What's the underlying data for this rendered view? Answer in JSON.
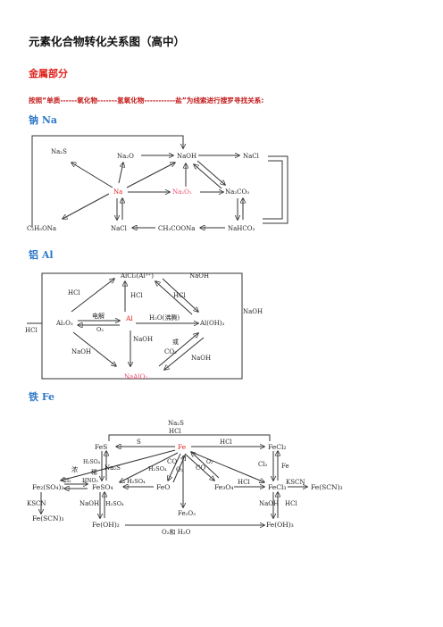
{
  "doc": {
    "title": "元素化合物转化关系图（高中）",
    "section_metal": "金属部分",
    "instruction": "按照“单质------氧化物-------氢氧化物-----------盐”为线索进行搜罗寻找关系:",
    "na_heading": "钠 Na",
    "al_heading": "铝 Al",
    "fe_heading": "铁 Fe"
  },
  "na": {
    "na2s": "Na₂S",
    "na2o": "Na₂O",
    "naoh": "NaOH",
    "nacl_top": "NaCl",
    "na": "Na",
    "na2o2": "Na₂O₂",
    "na2co3": "Na₂CO₃",
    "c2h5ona": "C₂H₅ONa",
    "nacl_bottom": "NaCl",
    "ch3coona": "CH₃COONa",
    "nahco3": "NaHCO₃"
  },
  "al": {
    "alcl3": "AlCl₃(Al³⁺)",
    "naoh_top": "NaOH",
    "hcl_left": "HCl",
    "hcl_mid": "HCl",
    "hcl_right": "HCl",
    "hcl_outer": "HCl",
    "naoh_outer": "NaOH",
    "al2o3": "Al₂O₃",
    "dianjie": "电解",
    "o2": "O₂",
    "al": "Al",
    "h2o": "H₂O(沸腾)",
    "aloh3": "Al(OH)₃",
    "naoh_mid": "NaOH",
    "huo": "或",
    "co2": "CO₂",
    "naoh_left": "NaOH",
    "naoh_right": "NaOH",
    "naalo2": "NaAlO₂"
  },
  "fe": {
    "na2s_top": "Na₂S",
    "hcl_top": "HCl",
    "fes": "FeS",
    "s": "S",
    "fe": "Fe",
    "hcl_fe": "HCl",
    "fecl2": "FeCl₂",
    "h2so4_a": "H₂SO₄",
    "nong": "浓",
    "xi": "稀",
    "na2s_mid": "Na₂S",
    "h2so4_b": "H₂SO₄",
    "co_a": "CO",
    "o2_a": "O₂",
    "co_b": "CO",
    "o2_b": "O₂",
    "cl2_a": "Cl₂",
    "fe_r": "Fe",
    "fe2so43": "Fe₂(SO₄)₃",
    "cl2_b": "Cl₂",
    "hno3": "HNO₃",
    "feso4": "FeSO₄",
    "h2so4_c": "H₂SO₄",
    "feo": "FeO",
    "fe3o4": "Fe₃O₄",
    "hcl_b": "HCl",
    "fecl3": "FeCl₃",
    "kscn_r": "KSCN",
    "fescn3_r": "Fe(SCN)₃",
    "kscn_l": "KSCN",
    "naoh_l": "NaOH",
    "h2so4_d": "H₂SO₄",
    "fe2o3": "Fe₂O₃",
    "naoh_r": "NaOH",
    "hcl_r": "HCl",
    "fescn3_l": "Fe(SCN)₃",
    "feoh2": "Fe(OH)₂",
    "o2h2o": "O₂和 H₂O",
    "feoh3": "Fe(OH)₃"
  }
}
